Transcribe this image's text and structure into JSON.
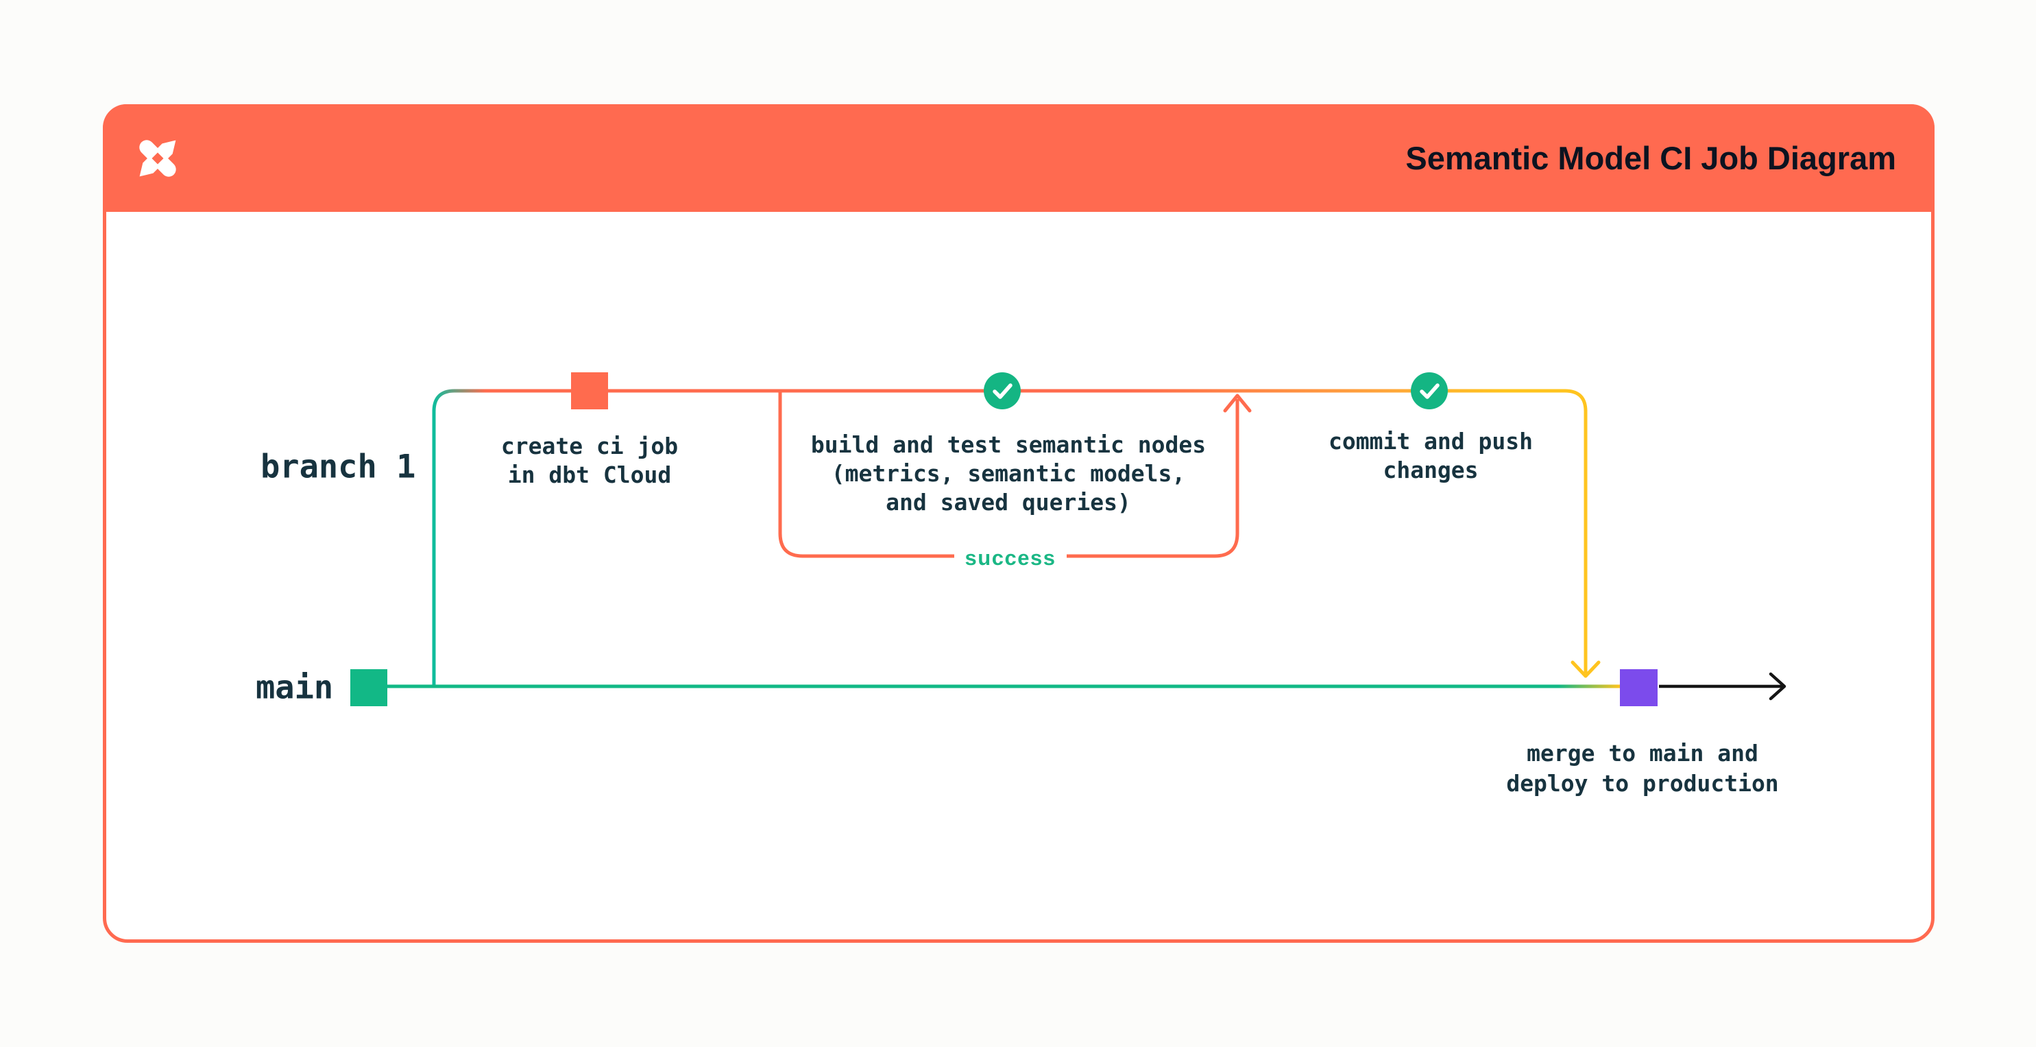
{
  "title_bar": {
    "title": "Semantic Model CI Job Diagram"
  },
  "logo": {
    "name": "dbt-logo"
  },
  "lanes": {
    "branch": "branch 1",
    "main": "main"
  },
  "nodes": {
    "create_ci_job": {
      "lines": [
        "create ci job",
        "in dbt Cloud"
      ],
      "marker": "orange-commit-square"
    },
    "build_and_test": {
      "lines": [
        "build and test semantic nodes",
        "(metrics, semantic models,",
        "and saved queries)"
      ],
      "marker": "check-circle"
    },
    "commit_and_push": {
      "lines": [
        "commit and push",
        "changes"
      ],
      "marker": "check-circle"
    },
    "merge_to_main": {
      "lines": [
        "merge to main and",
        "deploy to production"
      ],
      "marker": "purple-merge-square"
    }
  },
  "loop": {
    "label": "success"
  },
  "colors": {
    "coral": "#FF6A50",
    "teal": "#10BC9C",
    "green": "#12B886",
    "yellow": "#FFC41F",
    "purple": "#7C4BEC",
    "check": "#14B583",
    "success": "#1BB785",
    "ink": "#17333F",
    "title": "#0C1320",
    "arrow": "#151515"
  }
}
